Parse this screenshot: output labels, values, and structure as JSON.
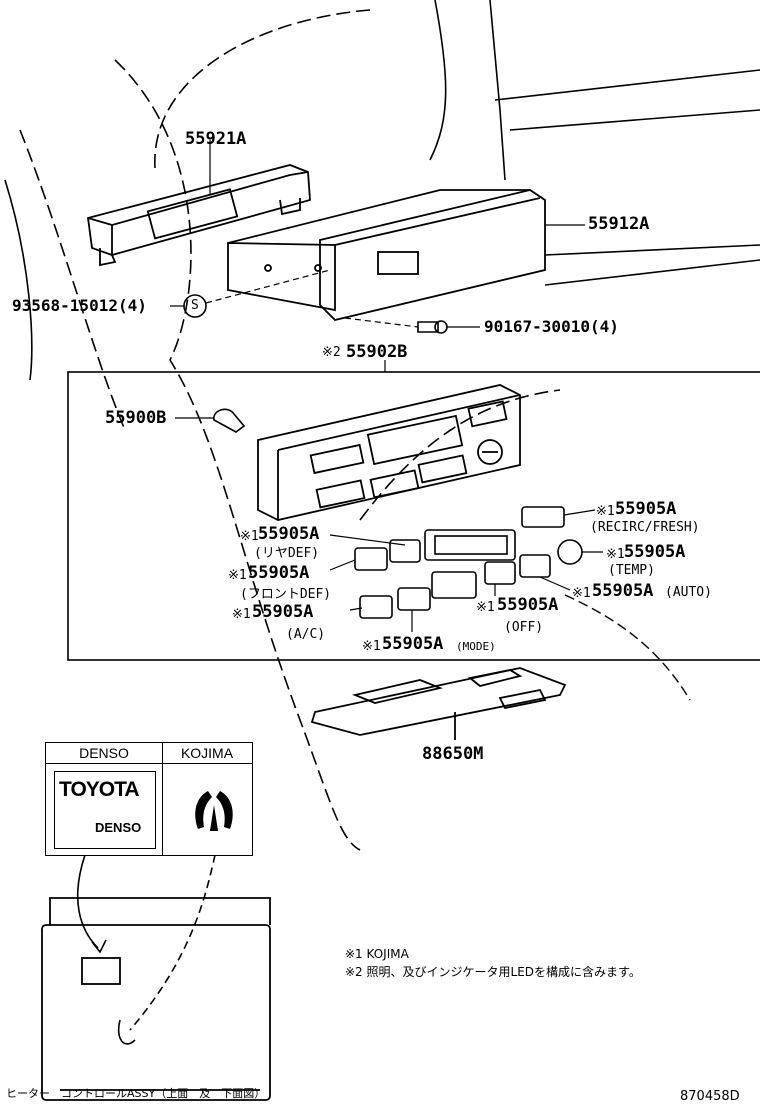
{
  "part_labels": {
    "p55921A": "55921A",
    "p55912A": "55912A",
    "p93568": "93568-15012(4)",
    "screw_symbol": "S",
    "p90167": "90167-30010(4)",
    "note2_mark": "※2",
    "p55902B": "55902B",
    "p55900B": "55900B",
    "rec_mark": "※1",
    "rec_num": "55905A",
    "rec_sub": "(RECIRC/FRESH)",
    "rear_mark": "※1",
    "rear_num": "55905A",
    "rear_sub": "(リヤDEF)",
    "temp_mark": "※1",
    "temp_num": "55905A",
    "temp_sub": "(TEMP)",
    "front_mark": "※1",
    "front_num": "55905A",
    "front_sub": "(フロントDEF)",
    "auto_mark": "※1",
    "auto_num": "55905A",
    "auto_sub": "(AUTO)",
    "ac_mark": "※1",
    "ac_num": "55905A",
    "ac_sub": "(A/C)",
    "off_mark": "※1",
    "off_num": "55905A",
    "off_sub": "(OFF)",
    "mode_mark": "※1",
    "mode_num": "55905A",
    "mode_sub": "(MODE)",
    "p88650M": "88650M"
  },
  "maker_table": {
    "col1": "DENSO",
    "col2": "KOJIMA",
    "toyota_logo": "TOYOTA",
    "denso_text": "DENSO"
  },
  "notes": {
    "n1": "※1 KOJIMA",
    "n2": "※2 照明、及びインジケータ用LEDを構成に含みます。"
  },
  "footer": {
    "caption": "ヒーター　コントロールASSY（上面　及　下面図）",
    "code": "870458D"
  }
}
